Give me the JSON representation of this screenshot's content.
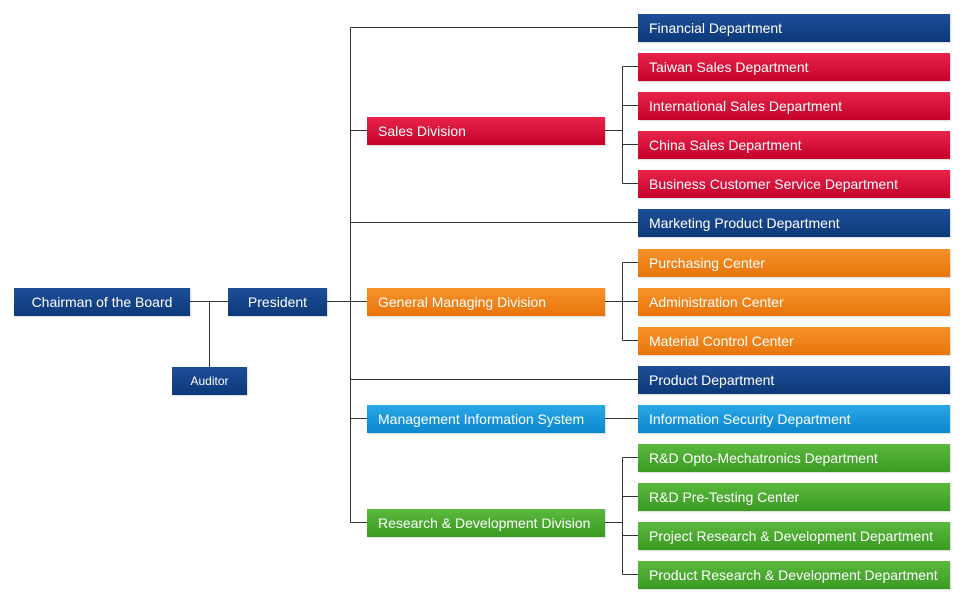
{
  "colors": {
    "navy": "#0f3f86",
    "red": "#d90a36",
    "orange": "#f07f18",
    "blue": "#1596dc",
    "green": "#47a82c",
    "line": "#333333"
  },
  "top": {
    "chairman": "Chairman of the Board",
    "auditor": "Auditor",
    "president": "President"
  },
  "divisions": {
    "sales": "Sales Division",
    "general": "General Managing Division",
    "mis": "Management Information System",
    "rnd": "Research & Development Division"
  },
  "departments": {
    "financial": "Financial Department",
    "taiwan_sales": "Taiwan Sales Department",
    "international_sales": "International Sales Department",
    "china_sales": "China Sales Department",
    "business_customer_service": "Business Customer Service Department",
    "marketing_product": "Marketing Product Department",
    "purchasing": "Purchasing Center",
    "administration": "Administration Center",
    "material_control": "Material Control Center",
    "product": "Product Department",
    "information_security": "Information Security Department",
    "rd_opto": "R&D Opto-Mechatronics Department",
    "rd_pretesting": "R&D Pre-Testing Center",
    "project_rd": "Project Research & Development Department",
    "product_rd": "Product Research & Development Department"
  }
}
